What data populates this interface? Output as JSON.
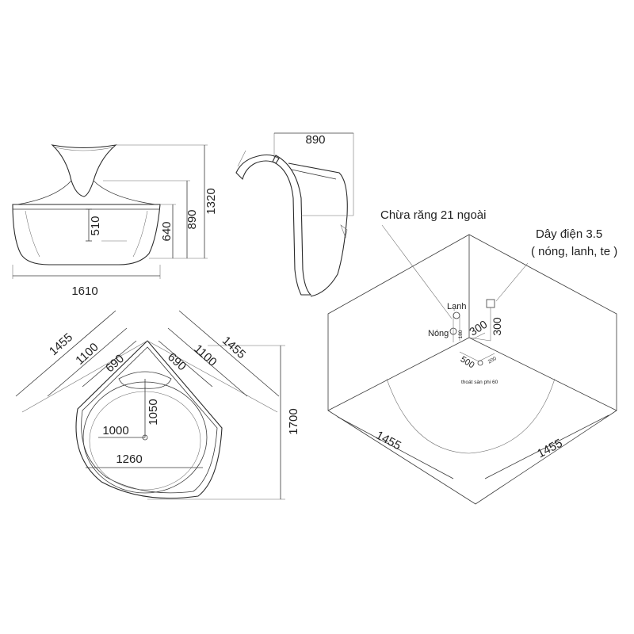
{
  "front_view": {
    "width_label": "1610",
    "inner_depth_label": "510",
    "tub_height_label": "640",
    "pillow_height_label": "890",
    "total_height_label": "1320"
  },
  "side_view": {
    "depth_label": "890"
  },
  "plan_view": {
    "side_left_label": "1455",
    "side_right_label": "1455",
    "inner_left_label": "1100",
    "inner_right_label": "1100",
    "seat_left_label": "690",
    "seat_right_label": "690",
    "inner_height_label": "1050",
    "inner_width_label": "1000",
    "bowl_width_label": "1260",
    "diagonal_label": "1700"
  },
  "install_view": {
    "wall_left_label": "1455",
    "wall_right_label": "1455",
    "fitting_label": "Chừa răng 21 ngoài",
    "power_label_line1": "Dây điện 3.5",
    "power_label_line2": "( nóng, lanh, te )",
    "cold_label": "Lạnh",
    "hot_label": "Nóng",
    "offset_a_label": "300",
    "offset_b_label": "300",
    "offset_c_label": "500",
    "offset_d_label": "200",
    "pipe_height_label": "180",
    "drain_label": "thoát sàn phi 60"
  }
}
